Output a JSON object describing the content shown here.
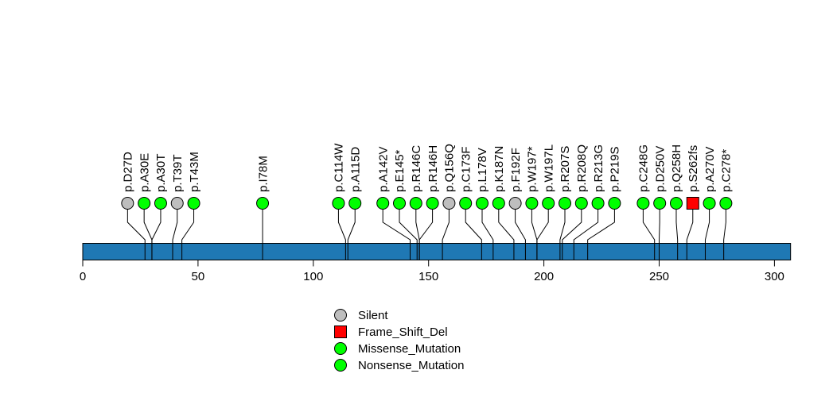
{
  "chart_data": {
    "type": "lollipop",
    "title": "",
    "xlabel": "",
    "ylabel": "",
    "protein": {
      "start": 0,
      "length": 307,
      "color": "#1F78B4"
    },
    "axis": {
      "xlim": [
        0,
        307
      ],
      "ticks": [
        0,
        50,
        100,
        150,
        200,
        250,
        300
      ],
      "grid": "off"
    },
    "legend": {
      "position": "bottom-center",
      "items": [
        {
          "label": "Silent",
          "shape": "circle",
          "color": "#BEBEBE"
        },
        {
          "label": "Frame_Shift_Del",
          "shape": "square",
          "color": "#FF0000"
        },
        {
          "label": "Missense_Mutation",
          "shape": "circle",
          "color": "#00FF00"
        },
        {
          "label": "Nonsense_Mutation",
          "shape": "circle",
          "color": "#00FF00"
        }
      ]
    },
    "type_styles": {
      "Silent": {
        "shape": "circle",
        "color": "#BEBEBE"
      },
      "Frame_Shift_Del": {
        "shape": "square",
        "color": "#FF0000"
      },
      "Missense_Mutation": {
        "shape": "circle",
        "color": "#00FF00"
      },
      "Nonsense_Mutation": {
        "shape": "circle",
        "color": "#00FF00"
      }
    },
    "mutations": [
      {
        "label": "p.D27D",
        "position": 27,
        "type": "Silent"
      },
      {
        "label": "p.A30E",
        "position": 30,
        "type": "Missense_Mutation"
      },
      {
        "label": "p.A30T",
        "position": 30,
        "type": "Missense_Mutation"
      },
      {
        "label": "p.T39T",
        "position": 39,
        "type": "Silent"
      },
      {
        "label": "p.T43M",
        "position": 43,
        "type": "Missense_Mutation"
      },
      {
        "label": "p.I78M",
        "position": 78,
        "type": "Missense_Mutation"
      },
      {
        "label": "p.C114W",
        "position": 114,
        "type": "Missense_Mutation"
      },
      {
        "label": "p.A115D",
        "position": 115,
        "type": "Missense_Mutation"
      },
      {
        "label": "p.A142V",
        "position": 142,
        "type": "Missense_Mutation"
      },
      {
        "label": "p.E145*",
        "position": 145,
        "type": "Nonsense_Mutation"
      },
      {
        "label": "p.R146C",
        "position": 146,
        "type": "Missense_Mutation"
      },
      {
        "label": "p.R146H",
        "position": 146,
        "type": "Missense_Mutation"
      },
      {
        "label": "p.Q156Q",
        "position": 156,
        "type": "Silent"
      },
      {
        "label": "p.C173F",
        "position": 173,
        "type": "Missense_Mutation"
      },
      {
        "label": "p.L178V",
        "position": 178,
        "type": "Missense_Mutation"
      },
      {
        "label": "p.K187N",
        "position": 187,
        "type": "Missense_Mutation"
      },
      {
        "label": "p.F192F",
        "position": 192,
        "type": "Silent"
      },
      {
        "label": "p.W197*",
        "position": 197,
        "type": "Nonsense_Mutation"
      },
      {
        "label": "p.W197L",
        "position": 197,
        "type": "Missense_Mutation"
      },
      {
        "label": "p.R207S",
        "position": 207,
        "type": "Missense_Mutation"
      },
      {
        "label": "p.R208Q",
        "position": 208,
        "type": "Missense_Mutation"
      },
      {
        "label": "p.R213G",
        "position": 213,
        "type": "Missense_Mutation"
      },
      {
        "label": "p.P219S",
        "position": 219,
        "type": "Missense_Mutation"
      },
      {
        "label": "p.C248G",
        "position": 248,
        "type": "Missense_Mutation"
      },
      {
        "label": "p.D250V",
        "position": 250,
        "type": "Missense_Mutation"
      },
      {
        "label": "p.Q258H",
        "position": 258,
        "type": "Missense_Mutation"
      },
      {
        "label": "p.S262fs",
        "position": 262,
        "type": "Frame_Shift_Del"
      },
      {
        "label": "p.A270V",
        "position": 270,
        "type": "Missense_Mutation"
      },
      {
        "label": "p.C278*",
        "position": 278,
        "type": "Nonsense_Mutation"
      }
    ]
  }
}
